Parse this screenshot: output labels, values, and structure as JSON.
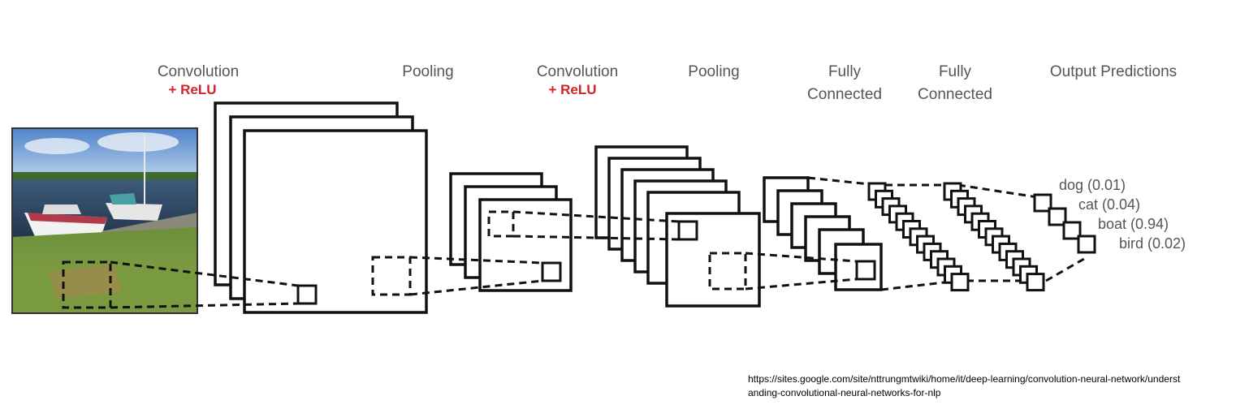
{
  "stages": {
    "conv1": {
      "label": "Convolution",
      "sub": "+ ReLU"
    },
    "pool1": {
      "label": "Pooling"
    },
    "conv2": {
      "label": "Convolution",
      "sub": "+ ReLU"
    },
    "pool2": {
      "label": "Pooling"
    },
    "fc1": {
      "line1": "Fully",
      "line2": "Connected"
    },
    "fc2": {
      "line1": "Fully",
      "line2": "Connected"
    },
    "output": {
      "label": "Output Predictions"
    }
  },
  "predictions": [
    "dog (0.01)",
    "cat (0.04)",
    "boat (0.94)",
    "bird (0.02)"
  ],
  "source_url": {
    "line1": "https://sites.google.com/site/nttrungmtwiki/home/it/deep-learning/convolution-neural-network/underst",
    "line2": "anding-convolutional-neural-networks-for-nlp"
  },
  "colors": {
    "relu": "#d2232a",
    "label": "#555555",
    "stroke": "#111111"
  }
}
